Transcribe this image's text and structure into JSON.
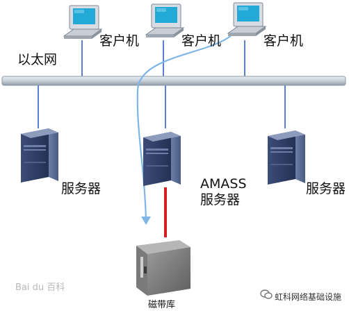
{
  "labels": {
    "client": "客户机",
    "ethernet": "以太网",
    "server": "服务器",
    "amass_line1": "AMASS",
    "amass_line2": "服务器",
    "tape_library": "磁带库"
  },
  "watermarks": {
    "left": "Bai du 百科",
    "right": "虹科网络基础设施"
  },
  "colors": {
    "backbone": "#9aa7b4",
    "link_blue": "#5b7fd6",
    "data_path": "#7fb6e6",
    "tape_link": "#d42020",
    "server_body": "#2f3d63",
    "server_side": "#5a6c95"
  }
}
